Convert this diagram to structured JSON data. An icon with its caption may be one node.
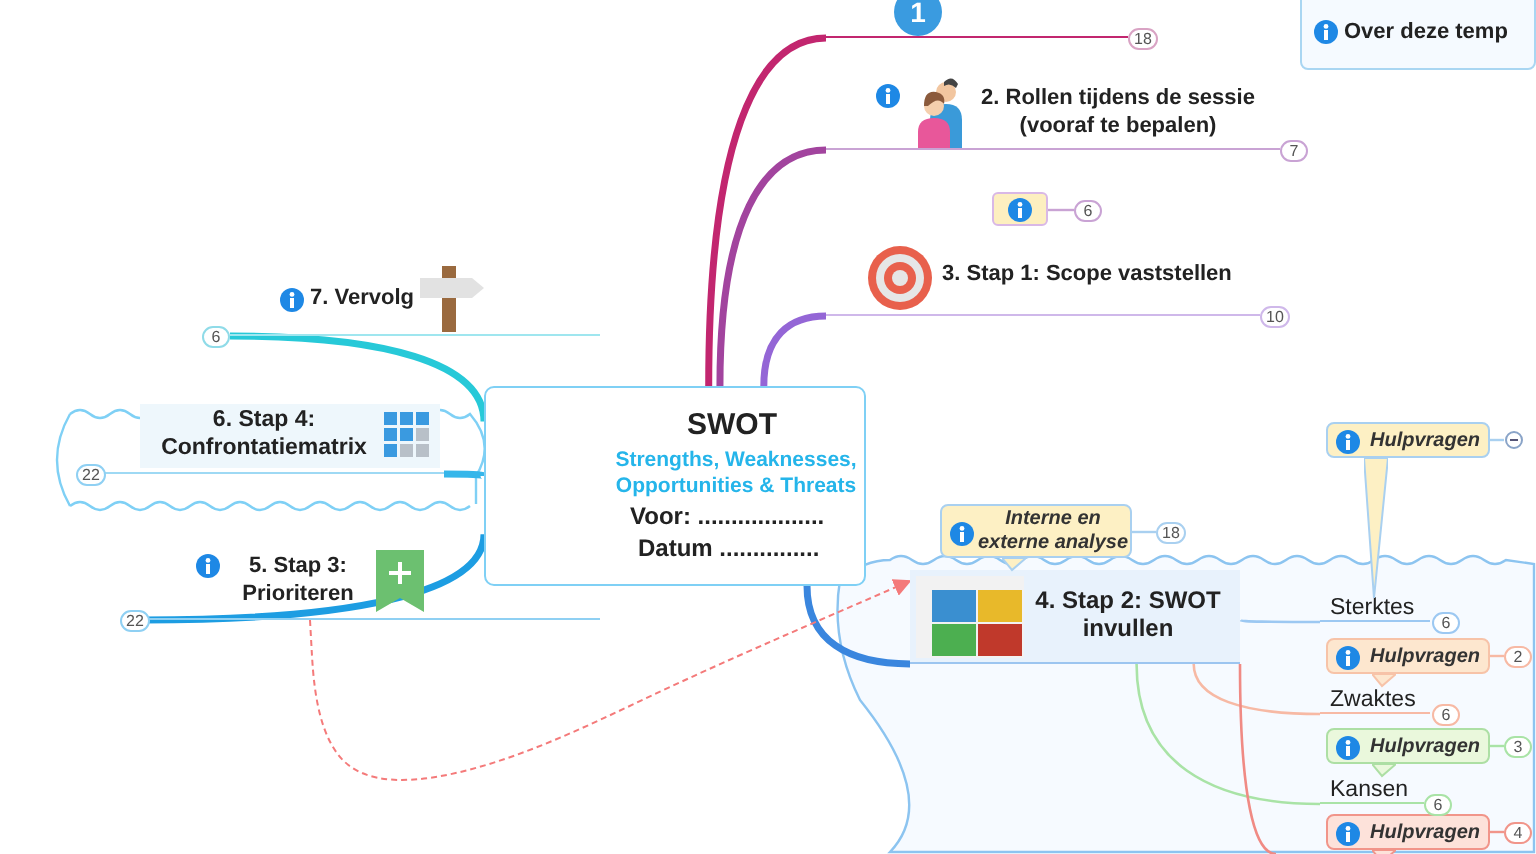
{
  "diagram": {
    "nodes": [
      {
        "text": [
          "SWOT",
          "Strengths, Weaknesses, Opportunities & Threats",
          "Voor: ...................",
          "Datum ..............."
        ]
      },
      {
        "text": [
          "1"
        ],
        "beside": [
          "18"
        ]
      },
      {
        "text": [
          "2. Rollen tijdens de sessie (vooraf te bepalen)"
        ],
        "beside": [
          "7"
        ]
      },
      {
        "text": [],
        "shape": "box",
        "beside": [
          "6"
        ]
      },
      {
        "text": [
          "3. Stap 1: Scope vaststellen"
        ],
        "beside": [
          "10"
        ]
      },
      {
        "text": [
          "7. Vervolg"
        ],
        "beside": [
          "6"
        ]
      },
      {
        "text": [
          "6. Stap 4: Confrontatiematrix"
        ],
        "beside": [
          "22"
        ]
      },
      {
        "text": [
          "5. Stap 3: Prioriteren"
        ],
        "beside": [
          "22"
        ]
      },
      {
        "text": [
          "4. Stap 2: SWOT invullen"
        ]
      },
      {
        "text": [
          "Interne en externe analyse"
        ],
        "beside": [
          "18"
        ]
      },
      {
        "text": [
          "Sterktes"
        ],
        "beside": [
          "6"
        ]
      },
      {
        "text": [
          "Hulpvragen"
        ]
      },
      {
        "text": [
          "Hulpvragen"
        ],
        "beside": [
          "2"
        ]
      },
      {
        "text": [
          "Zwaktes"
        ],
        "beside": [
          "6"
        ]
      },
      {
        "text": [
          "Hulpvragen"
        ],
        "beside": [
          "3"
        ]
      },
      {
        "text": [
          "Kansen"
        ],
        "beside": [
          "6"
        ]
      },
      {
        "text": [
          "Hulpvragen"
        ],
        "beside": [
          "4"
        ]
      },
      {
        "text": [
          "Over deze temp"
        ]
      }
    ],
    "edges": [
      {
        "from": 0,
        "to": 1,
        "arrow": "none",
        "color": "#c2266f"
      },
      {
        "from": 0,
        "to": 2,
        "arrow": "none",
        "color": "#a2449e"
      },
      {
        "from": 0,
        "to": 4,
        "arrow": "none",
        "color": "#9466d6"
      },
      {
        "from": 0,
        "to": 5,
        "arrow": "none",
        "color": "#27c9d8"
      },
      {
        "from": 0,
        "to": 6,
        "arrow": "none",
        "color": "#35b6ea"
      },
      {
        "from": 0,
        "to": 7,
        "arrow": "none",
        "color": "#1d9de2"
      },
      {
        "from": 0,
        "to": 8,
        "arrow": "none",
        "color": "#3a86de"
      },
      {
        "from": 7,
        "to": 8,
        "arrow": "to",
        "style": "dashed",
        "color": "#f47a7a"
      },
      {
        "from": 8,
        "to": 10,
        "arrow": "none",
        "color": "#9cc8f2"
      },
      {
        "from": 8,
        "to": 13,
        "arrow": "none",
        "color": "#f7b9a4"
      },
      {
        "from": 8,
        "to": 15,
        "arrow": "none",
        "color": "#a9e3a6"
      },
      {
        "from": 8,
        "to": null,
        "arrow": "none",
        "color": "#f08a84"
      }
    ]
  }
}
